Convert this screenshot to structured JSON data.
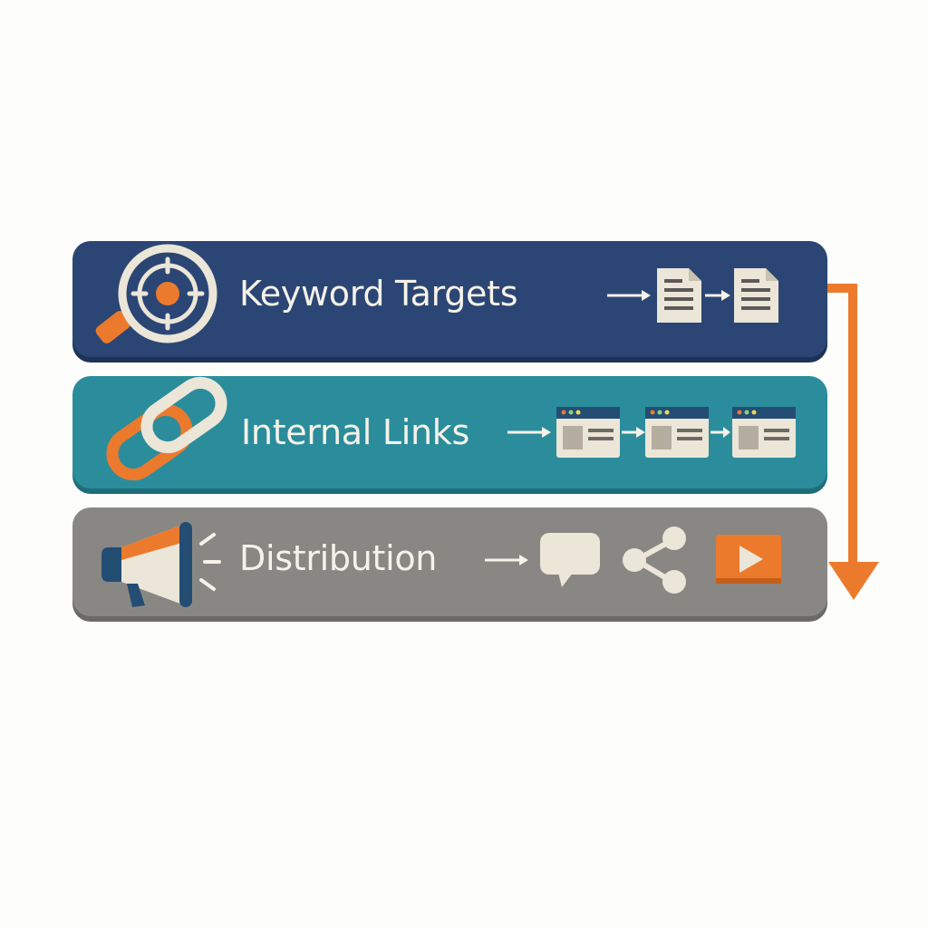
{
  "stages": [
    {
      "label": "Keyword Targets",
      "icon": "target-magnifier-icon",
      "color": "#2b4674"
    },
    {
      "label": "Internal Links",
      "icon": "chain-link-icon",
      "color": "#2b8d9c"
    },
    {
      "label": "Distribution",
      "icon": "megaphone-icon",
      "color": "#898784"
    }
  ],
  "flow_arrow_color": "#ec7a2c",
  "accent_orange": "#ec7a2c",
  "paper_color": "#ebe6d8"
}
